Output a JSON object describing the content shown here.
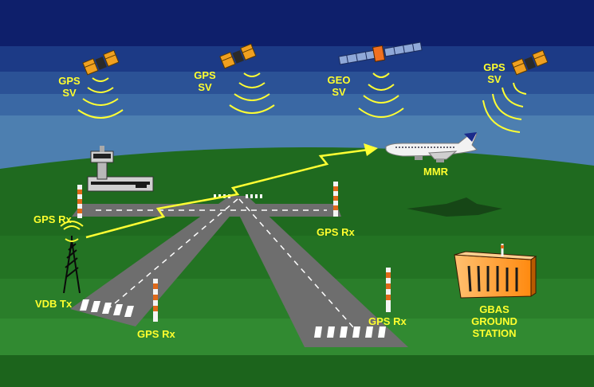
{
  "labels": {
    "sv1": [
      "GPS",
      "SV"
    ],
    "sv2": [
      "GPS",
      "SV"
    ],
    "geo": [
      "GEO",
      "SV"
    ],
    "sv4": [
      "GPS",
      "SV"
    ],
    "mmr": "MMR",
    "rx_left": "GPS Rx",
    "rx_right": "GPS Rx",
    "rx_bottom": "GPS Rx",
    "rx_lower_right": "GPS Rx",
    "vdb": "VDB Tx",
    "gbas": [
      "GBAS",
      "GROUND",
      "STATION"
    ]
  },
  "colors": {
    "label_text": "#ffff2e",
    "signal_arc": "#ffff33",
    "data_link": "#ffff33",
    "sky_top": "#0e1f6b",
    "sky_bottom": "#4d7fb0",
    "ground": "#1f6a1f",
    "runway": "#6e6e6e",
    "station": "#ff9a22"
  },
  "icons": {
    "satellite": "gps-satellite-icon",
    "geo_satellite": "geo-satellite-icon",
    "aircraft": "airplane-icon",
    "tower": "control-tower-icon",
    "antenna": "vdb-antenna-icon",
    "receiver": "gps-receiver-mast-icon",
    "station": "ground-station-icon"
  }
}
